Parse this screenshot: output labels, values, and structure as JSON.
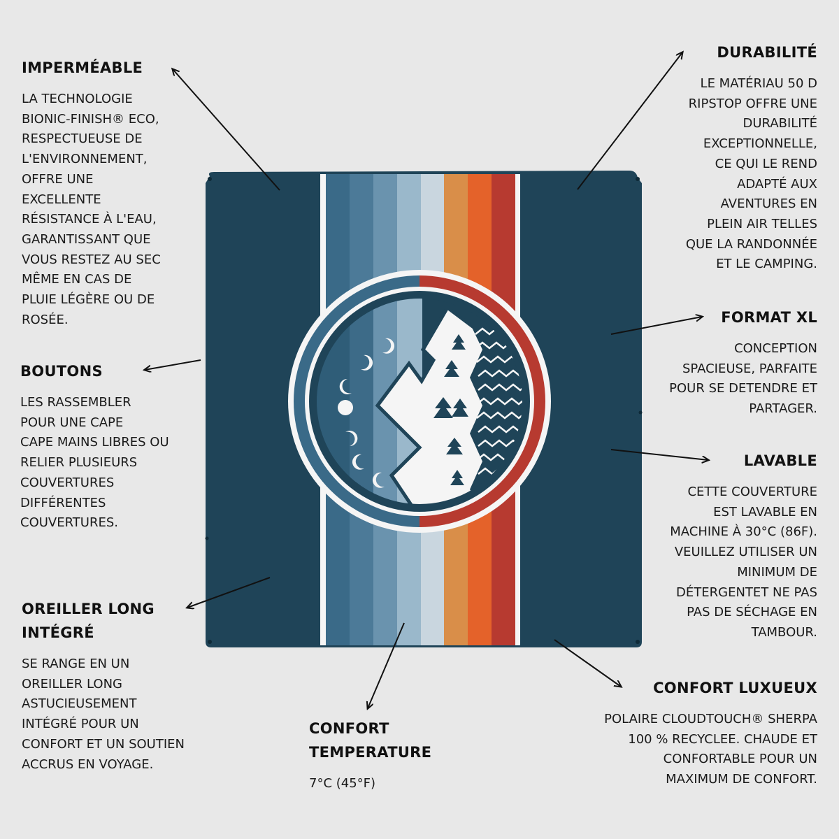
{
  "features": {
    "impermeable": {
      "title": "IMPERMÉABLE",
      "text": "LA TECHNOLOGIE\nBIONIC-FINISH® ECO,\nRESPECTUEUSE DE\nL'ENVIRONNEMENT,\nOFFRE UNE\nEXCELLENTE\nRÉSISTANCE À L'EAU,\nGARANTISSANT QUE\nVOUS RESTEZ AU SEC\nMÊME EN CAS DE\nPLUIE LÉGÈRE OU DE\nROSÉE."
    },
    "boutons": {
      "title": "BOUTONS",
      "text": "LES RASSEMBLER\nPOUR UNE CAPE\nCAPE MAINS LIBRES OU\nRELIER PLUSIEURS\nCOUVERTURES\nDIFFÉRENTES\nCOUVERTURES."
    },
    "oreiller": {
      "title": "OREILLER LONG\nINTÉGRÉ",
      "text": "SE RANGE EN UN\nOREILLER LONG\nASTUCIEUSEMENT\nINTÉGRÉ POUR UN\nCONFORT ET UN SOUTIEN\nACCRUS EN VOYAGE."
    },
    "temperature": {
      "title": "CONFORT\nTEMPERATURE",
      "text": "7°C (45°F)"
    },
    "durabilite": {
      "title": "DURABILITÉ",
      "text": "LE MATÉRIAU 50 D\nRIPSTOP OFFRE UNE\nDURABILITÉ\nEXCEPTIONNELLE,\nCE QUI LE REND\nADAPTÉ AUX\nAVENTURES EN\nPLEIN AIR TELLES\nQUE LA RANDONNÉE\nET LE CAMPING."
    },
    "format": {
      "title": "FORMAT XL",
      "text": "CONCEPTION\nSPACIEUSE, PARFAITE\nPOUR SE DETENDRE ET\nPARTAGER."
    },
    "lavable": {
      "title": "LAVABLE",
      "text": "CETTE COUVERTURE\nEST LAVABLE EN\nMACHINE À 30°C (86F).\nVEUILLEZ UTILISER UN\nMINIMUM DE\nDÉTERGENTET NE PAS\nPAS DE SÉCHAGE EN\nTAMBOUR."
    },
    "luxe": {
      "title": "CONFORT LUXUEUX",
      "text": "POLAIRE CLOUDTOUCH® SHERPA\n100 % RECYCLEE. CHAUDE ET\nCONFORTABLE POUR UN\nMAXIMUM DE CONFORT."
    }
  },
  "product": {
    "name": "blanket-illustration",
    "colors": {
      "background": "#e8e8e8",
      "navy": "#1f4458",
      "stripe1": "#3a6a88",
      "stripe2": "#5a87a5",
      "stripe3": "#8fb1c7",
      "stripe4": "#c9d6df",
      "stripe5": "#d98e49",
      "stripe6": "#e4622a",
      "stripe7": "#b73a30",
      "white": "#f5f5f5"
    }
  }
}
